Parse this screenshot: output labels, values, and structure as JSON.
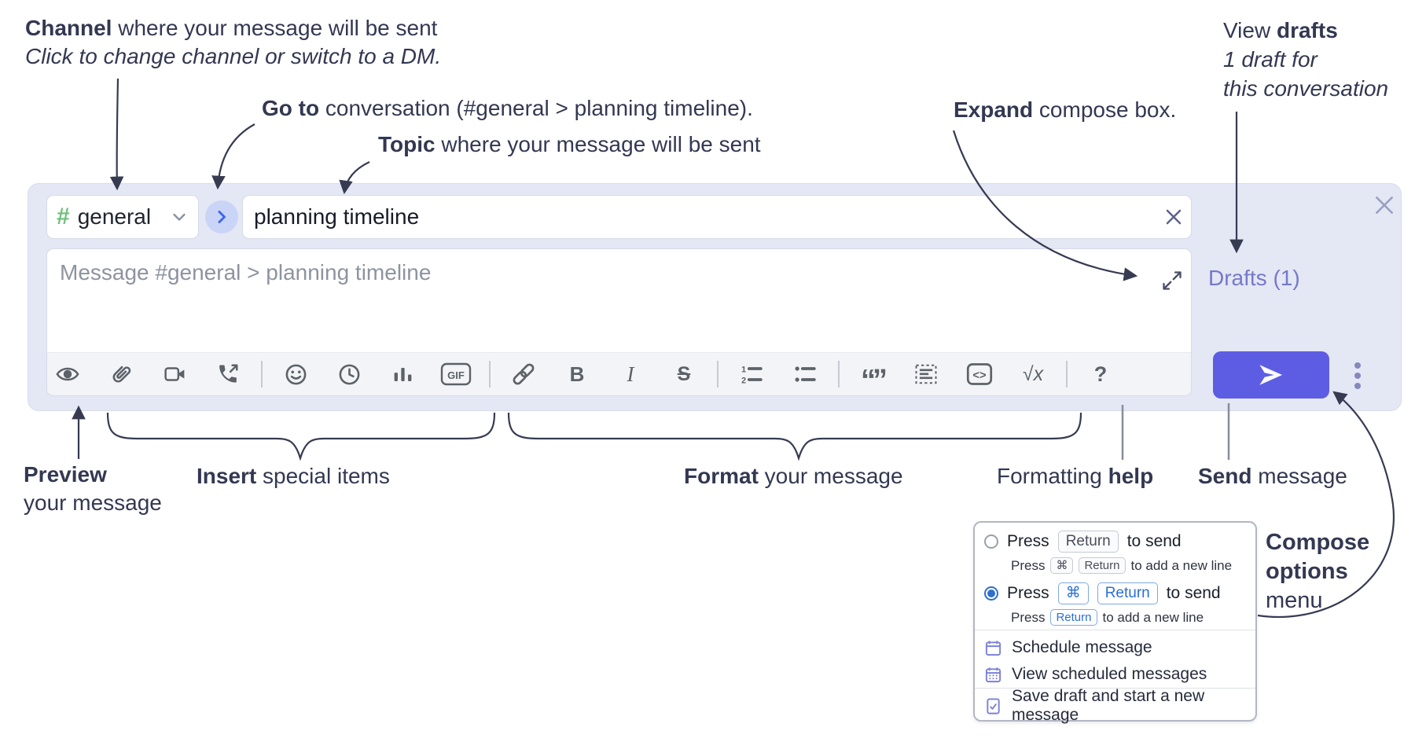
{
  "annotations": {
    "channel": {
      "bold": "Channel",
      "rest": " where your message will be sent",
      "sub": "Click to change channel or switch to a DM."
    },
    "goto": {
      "bold": "Go to",
      "rest": " conversation (#general > planning timeline)."
    },
    "topic": {
      "bold": "Topic",
      "rest": " where your message will be sent"
    },
    "expand": {
      "bold": "Expand",
      "rest": " compose box."
    },
    "view_drafts": {
      "pre": "View ",
      "bold": "drafts",
      "line2": "1 draft for",
      "line3": "this conversation"
    },
    "preview": {
      "bold": "Preview",
      "line2": "your message"
    },
    "insert": {
      "bold": "Insert",
      "rest": " special items"
    },
    "format": {
      "bold": "Format",
      "rest": " your message"
    },
    "help": {
      "pre": "Formatting ",
      "bold": "help"
    },
    "send": {
      "bold": "Send",
      "rest": " message"
    },
    "compose_options": {
      "bold1": "Compose",
      "bold2": "options",
      "rest": "menu"
    }
  },
  "compose": {
    "channel": {
      "hash": "#",
      "name": "general"
    },
    "topic_value": "planning timeline",
    "message_placeholder": "Message #general > planning timeline",
    "drafts_link": "Drafts (1)",
    "toolbar": {
      "gif": "GIF",
      "bold": "B",
      "italic": "I",
      "strike": "S",
      "ol1": "1",
      "ol2": "2",
      "quote": "“”",
      "code": "<>",
      "sqrt": "√",
      "x": "x",
      "help": "?"
    },
    "toolbar_icons": [
      "preview-eye",
      "attach-paperclip",
      "start-video-call",
      "start-voice-call",
      "emoji",
      "time",
      "poll-bar-chart",
      "gif",
      "link",
      "bold",
      "italic",
      "strikethrough",
      "numbered-list",
      "bulleted-list",
      "quote",
      "spoiler",
      "code",
      "math",
      "help"
    ]
  },
  "popup": {
    "opt1": {
      "pre": "Press",
      "kbd": "Return",
      "post": "to send"
    },
    "opt1_sub": {
      "pre": "Press",
      "kbd1": "⌘",
      "kbd2": "Return",
      "post": "to add a new line"
    },
    "opt2": {
      "pre": "Press",
      "kbd1": "⌘",
      "kbd2": "Return",
      "post": "to send"
    },
    "opt2_sub": {
      "pre": "Press",
      "kbd": "Return",
      "post": "to add a new line"
    },
    "items": [
      {
        "icon": "schedule-calendar-icon",
        "label": "Schedule message"
      },
      {
        "icon": "view-scheduled-calendar-icon",
        "label": "View scheduled messages"
      },
      {
        "icon": "save-draft-icon",
        "label": "Save draft and start a new message"
      }
    ]
  },
  "colors": {
    "compose_bg": "#e4e7f4",
    "send_button": "#5d5de4",
    "drafts_link": "#7579ca",
    "hash_green": "#6ec07c",
    "goto_chevron": "#3e68ea",
    "goto_circle_bg": "#cad4f7",
    "accent_blue": "#2f6fd0",
    "popup_icon_purple": "#7b80d8",
    "annotation_text": "#333852"
  }
}
